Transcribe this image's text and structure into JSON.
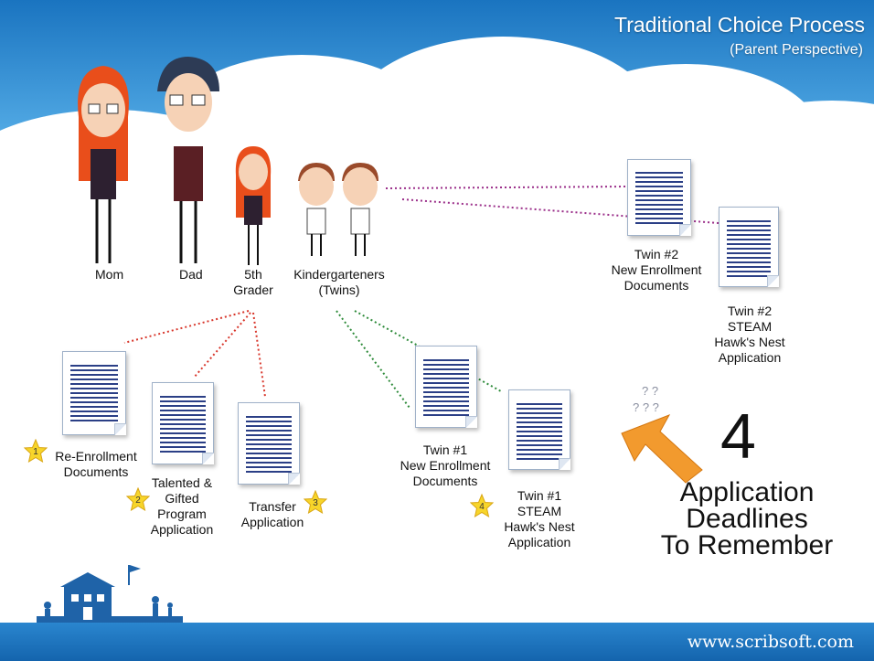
{
  "slide": {
    "title": "Traditional Choice Process",
    "subtitle": "(Parent Perspective)",
    "footer_url": "www.scribsoft.com"
  },
  "family": {
    "mom": "Mom",
    "dad": "Dad",
    "fifth_grader_line1": "5th",
    "fifth_grader_line2": "Grader",
    "kinder_line1": "Kindergarteners",
    "kinder_line2": "(Twins)"
  },
  "documents": {
    "reenroll": [
      "Re-Enrollment",
      "Documents"
    ],
    "talented": [
      "Talented &",
      "Gifted",
      "Program",
      "Application"
    ],
    "transfer": [
      "Transfer",
      "Application"
    ],
    "twin1_enroll": [
      "Twin #1",
      "New Enrollment",
      "Documents"
    ],
    "twin1_steam": [
      "Twin #1",
      "STEAM",
      "Hawk's Nest",
      "Application"
    ],
    "twin2_enroll": [
      "Twin #2",
      "New Enrollment",
      "Documents"
    ],
    "twin2_steam": [
      "Twin #2",
      "STEAM",
      "Hawk's Nest",
      "Application"
    ]
  },
  "stars": [
    "1",
    "2",
    "3",
    "4"
  ],
  "callout": {
    "number": "4",
    "line1": "Application",
    "line2": "Deadlines",
    "line3": "To Remember"
  },
  "colors": {
    "sky": "#1a74c0",
    "arrow": "#f29a2e",
    "star": "#f7d52a",
    "line_red": "#d8362b",
    "line_green": "#2e8b3a",
    "line_purple": "#9b2f8a"
  }
}
